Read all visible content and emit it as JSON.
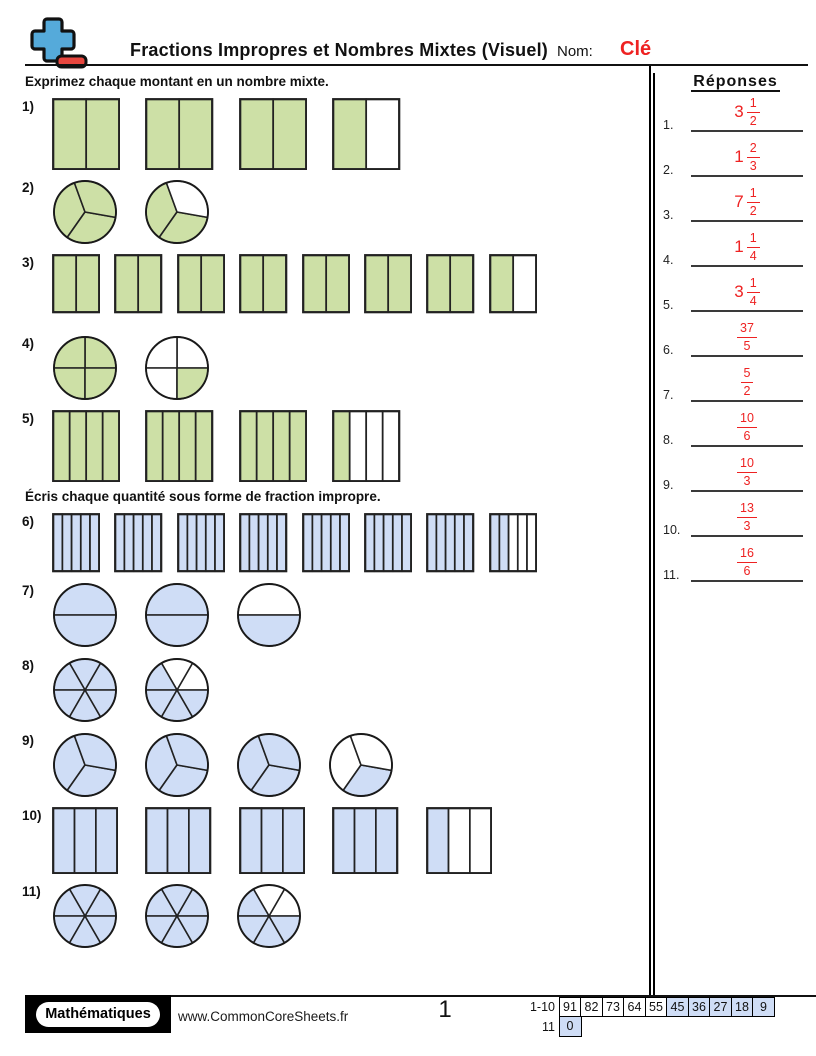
{
  "header": {
    "title": "Fractions Impropres et Nombres Mixtes (Visuel)",
    "name_label": "Nom:",
    "name_value": "Clé"
  },
  "instructions": {
    "section1": "Exprimez chaque montant en un nombre mixte.",
    "section2": "Écris chaque quantité sous forme de fraction impropre."
  },
  "colors": {
    "green": "#cde0a6",
    "blue": "#cfddf6",
    "red": "#ee2222",
    "stroke": "#222222",
    "logo_blue": "#55aada",
    "logo_red": "#e8463e",
    "table_highlight": "#cfddf6"
  },
  "problems": [
    {
      "label": "1)",
      "group": 1,
      "type": "rect",
      "size": "lg",
      "parts": 2,
      "color": "green",
      "shaded": [
        2,
        2,
        2,
        1
      ]
    },
    {
      "label": "2)",
      "group": 1,
      "type": "circle",
      "parts": 3,
      "color": "green",
      "sectors": [
        [
          1,
          1,
          1
        ],
        [
          1,
          1,
          0
        ]
      ]
    },
    {
      "label": "3)",
      "group": 1,
      "type": "rect",
      "size": "sm",
      "parts": 2,
      "color": "green",
      "shaded": [
        2,
        2,
        2,
        2,
        2,
        2,
        2,
        1
      ]
    },
    {
      "label": "4)",
      "group": 1,
      "type": "circle",
      "parts": 4,
      "color": "green",
      "sectors": [
        [
          1,
          1,
          1,
          1
        ],
        [
          0,
          0,
          0,
          1
        ]
      ]
    },
    {
      "label": "5)",
      "group": 1,
      "type": "rect",
      "size": "lg",
      "parts": 4,
      "color": "green",
      "shaded": [
        4,
        4,
        4,
        1
      ]
    },
    {
      "label": "6)",
      "group": 2,
      "type": "rect",
      "size": "sm",
      "parts": 5,
      "color": "blue",
      "shaded": [
        5,
        5,
        5,
        5,
        5,
        5,
        5,
        2
      ]
    },
    {
      "label": "7)",
      "group": 2,
      "type": "circle",
      "parts": 2,
      "color": "blue",
      "sectors": [
        [
          1,
          1
        ],
        [
          1,
          1
        ],
        [
          0,
          1
        ]
      ]
    },
    {
      "label": "8)",
      "group": 2,
      "type": "circle",
      "parts": 6,
      "color": "blue",
      "sectors": [
        [
          1,
          1,
          1,
          1,
          1,
          1
        ],
        [
          0,
          0,
          1,
          1,
          1,
          1
        ]
      ]
    },
    {
      "label": "9)",
      "group": 2,
      "type": "circle",
      "parts": 3,
      "color": "blue",
      "sectors": [
        [
          1,
          1,
          1
        ],
        [
          1,
          1,
          1
        ],
        [
          1,
          1,
          1
        ],
        [
          0,
          1,
          0
        ]
      ]
    },
    {
      "label": "10)",
      "group": 2,
      "type": "rect",
      "size": "md",
      "parts": 3,
      "color": "blue",
      "shaded": [
        3,
        3,
        3,
        3,
        1
      ]
    },
    {
      "label": "11)",
      "group": 2,
      "type": "circle",
      "parts": 6,
      "color": "blue",
      "sectors": [
        [
          1,
          1,
          1,
          1,
          1,
          1
        ],
        [
          1,
          1,
          1,
          1,
          1,
          1
        ],
        [
          0,
          0,
          1,
          1,
          1,
          1
        ]
      ]
    }
  ],
  "answers": {
    "heading": "Réponses",
    "items": [
      {
        "label": "1.",
        "whole": "3",
        "num": "1",
        "den": "2"
      },
      {
        "label": "2.",
        "whole": "1",
        "num": "2",
        "den": "3"
      },
      {
        "label": "3.",
        "whole": "7",
        "num": "1",
        "den": "2"
      },
      {
        "label": "4.",
        "whole": "1",
        "num": "1",
        "den": "4"
      },
      {
        "label": "5.",
        "whole": "3",
        "num": "1",
        "den": "4"
      },
      {
        "label": "6.",
        "whole": "",
        "num": "37",
        "den": "5"
      },
      {
        "label": "7.",
        "whole": "",
        "num": "5",
        "den": "2"
      },
      {
        "label": "8.",
        "whole": "",
        "num": "10",
        "den": "6"
      },
      {
        "label": "9.",
        "whole": "",
        "num": "10",
        "den": "3"
      },
      {
        "label": "10.",
        "whole": "",
        "num": "13",
        "den": "3"
      },
      {
        "label": "11.",
        "whole": "",
        "num": "16",
        "den": "6"
      }
    ]
  },
  "footer": {
    "brand": "Mathématiques",
    "website": "www.CommonCoreSheets.fr",
    "page_number": "1",
    "score_table": {
      "rows": [
        {
          "label": "1-10",
          "cells": [
            {
              "v": "91",
              "hl": false
            },
            {
              "v": "82",
              "hl": false
            },
            {
              "v": "73",
              "hl": false
            },
            {
              "v": "64",
              "hl": false
            },
            {
              "v": "55",
              "hl": false
            },
            {
              "v": "45",
              "hl": true
            },
            {
              "v": "36",
              "hl": true
            },
            {
              "v": "27",
              "hl": true
            },
            {
              "v": "18",
              "hl": true
            },
            {
              "v": "9",
              "hl": true
            }
          ]
        },
        {
          "label": "11",
          "cells": [
            {
              "v": "0",
              "hl": true
            }
          ]
        }
      ]
    }
  }
}
